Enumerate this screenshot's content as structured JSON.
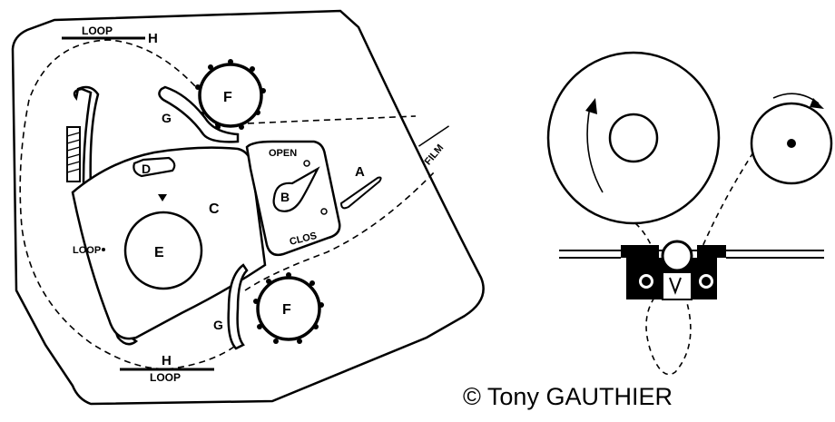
{
  "diagram": {
    "labels": {
      "loop_top": "LOOP",
      "h_top": "H",
      "f_top": "F",
      "g_top": "G",
      "open": "OPEN",
      "d": "D",
      "c": "C",
      "b": "B",
      "a": "A",
      "film": "FILM",
      "clos": "CLOS",
      "loop_side": "LOOP",
      "e": "E",
      "f_bottom": "F",
      "g_bottom": "G",
      "h_bottom": "H",
      "loop_bottom": "LOOP"
    },
    "copyright": "© Tony GAUTHIER"
  }
}
